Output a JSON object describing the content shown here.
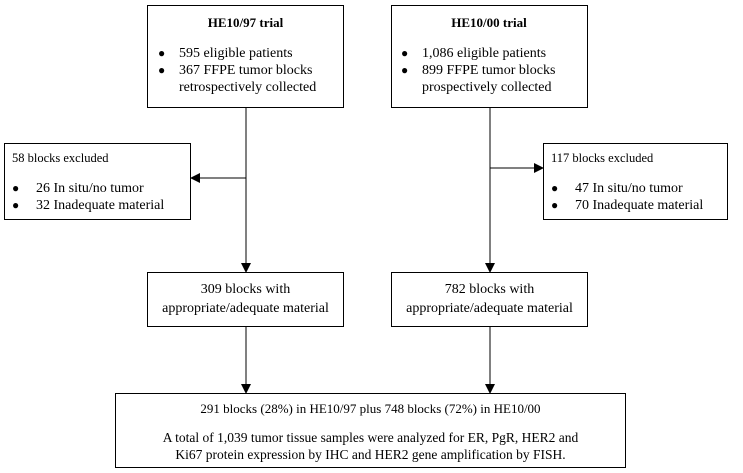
{
  "trial_left": {
    "title": "HE10/97 trial",
    "bullets": [
      "595 eligible patients",
      "367 FFPE tumor blocks",
      "retrospectively collected"
    ]
  },
  "trial_right": {
    "title": "HE10/00 trial",
    "bullets": [
      "1,086 eligible patients",
      "899 FFPE tumor blocks",
      "prospectively collected"
    ]
  },
  "excluded_left": {
    "heading": "58 blocks excluded",
    "items": [
      "26 In situ/no tumor",
      "32 Inadequate material"
    ]
  },
  "excluded_right": {
    "heading": "117 blocks excluded",
    "items": [
      "47 In situ/no tumor",
      "70 Inadequate material"
    ]
  },
  "adequate_left": {
    "line1": "309 blocks with",
    "line2": "appropriate/adequate material"
  },
  "adequate_right": {
    "line1": "782 blocks with",
    "line2": "appropriate/adequate material"
  },
  "total": {
    "line1": "291 blocks (28%) in HE10/97 plus 748 blocks (72%) in HE10/00",
    "line2": "A total of 1,039 tumor tissue samples were analyzed for ER, PgR, HER2 and",
    "line3": "Ki67 protein expression by IHC and HER2 gene amplification by FISH."
  }
}
